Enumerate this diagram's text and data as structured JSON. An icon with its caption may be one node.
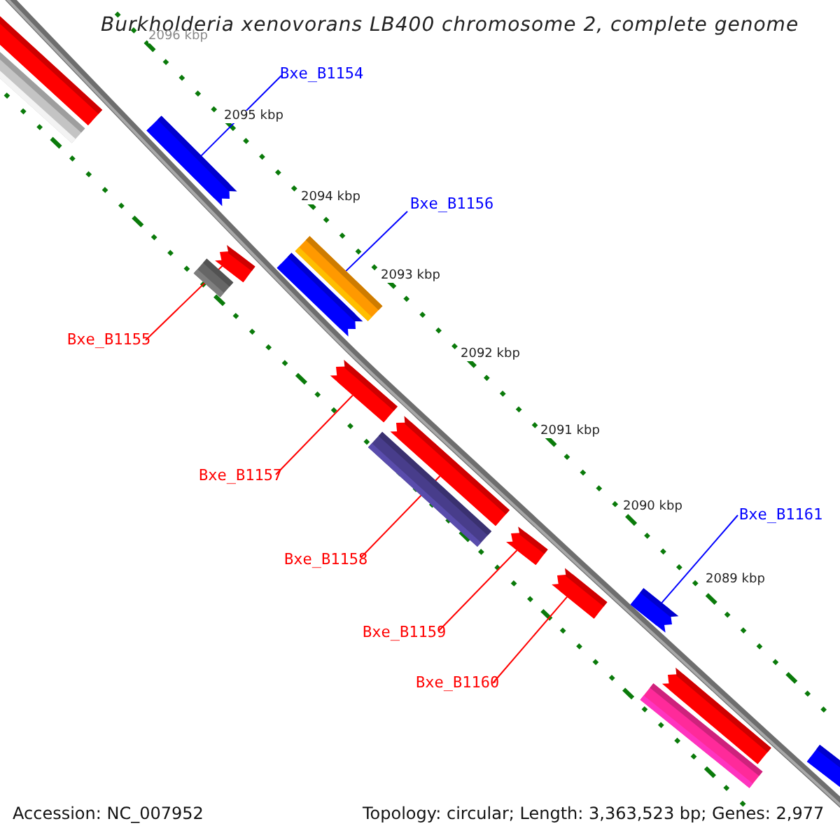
{
  "diagram": {
    "title": "Burkholderia xenovorans LB400 chromosome 2, complete genome",
    "nodes": [
      {
        "text": [
          "Bxe_B1154"
        ]
      },
      {
        "text": [
          "Bxe_B1156"
        ]
      },
      {
        "text": [
          "Bxe_B1155"
        ]
      },
      {
        "text": [
          "Bxe_B1157"
        ]
      },
      {
        "text": [
          "Bxe_B1161"
        ]
      },
      {
        "text": [
          "Bxe_B1158"
        ]
      },
      {
        "text": [
          "Bxe_B1159"
        ]
      },
      {
        "text": [
          "Bxe_B1160"
        ]
      },
      {
        "text": [],
        "shape": "bar"
      },
      {
        "text": [],
        "shape": "bar"
      },
      {
        "text": [],
        "shape": "bar"
      },
      {
        "text": [],
        "shape": "bar"
      },
      {
        "text": [],
        "shape": "bar"
      },
      {
        "text": [],
        "shape": "bar"
      },
      {
        "text": [],
        "shape": "bar"
      },
      {
        "text": [],
        "shape": "bar"
      },
      {
        "text": [],
        "shape": "bar"
      },
      {
        "text": [],
        "shape": "bar"
      },
      {
        "text": [],
        "shape": "bar"
      },
      {
        "text": [],
        "shape": "bar"
      },
      {
        "text": [],
        "shape": "bar"
      },
      {
        "text": [],
        "shape": "bar"
      },
      {
        "text": [],
        "shape": "bar"
      },
      {
        "text": [],
        "shape": "bar"
      }
    ],
    "edges": [
      {
        "from": 0,
        "to": 10,
        "arrow": "none",
        "color": "#0000ff"
      },
      {
        "from": 1,
        "to": 11,
        "arrow": "none",
        "color": "#0000ff"
      },
      {
        "from": 2,
        "to": 13,
        "arrow": "none"
      },
      {
        "from": 3,
        "to": 15,
        "arrow": "none"
      },
      {
        "from": 4,
        "to": 20,
        "arrow": "none",
        "color": "#0000ff"
      },
      {
        "from": 5,
        "to": 16,
        "arrow": "none"
      },
      {
        "from": 6,
        "to": 18,
        "arrow": "none"
      },
      {
        "from": 7,
        "to": 19,
        "arrow": "none"
      }
    ],
    "labels": [
      "2096 kbp",
      "2095 kbp",
      "2094 kbp",
      "2093 kbp",
      "2092 kbp",
      "2091 kbp",
      "2090 kbp",
      "2089 kbp",
      "Accession: NC_007952",
      "Topology: circular; Length: 3,363,523 bp; Genes: 2,977"
    ]
  }
}
